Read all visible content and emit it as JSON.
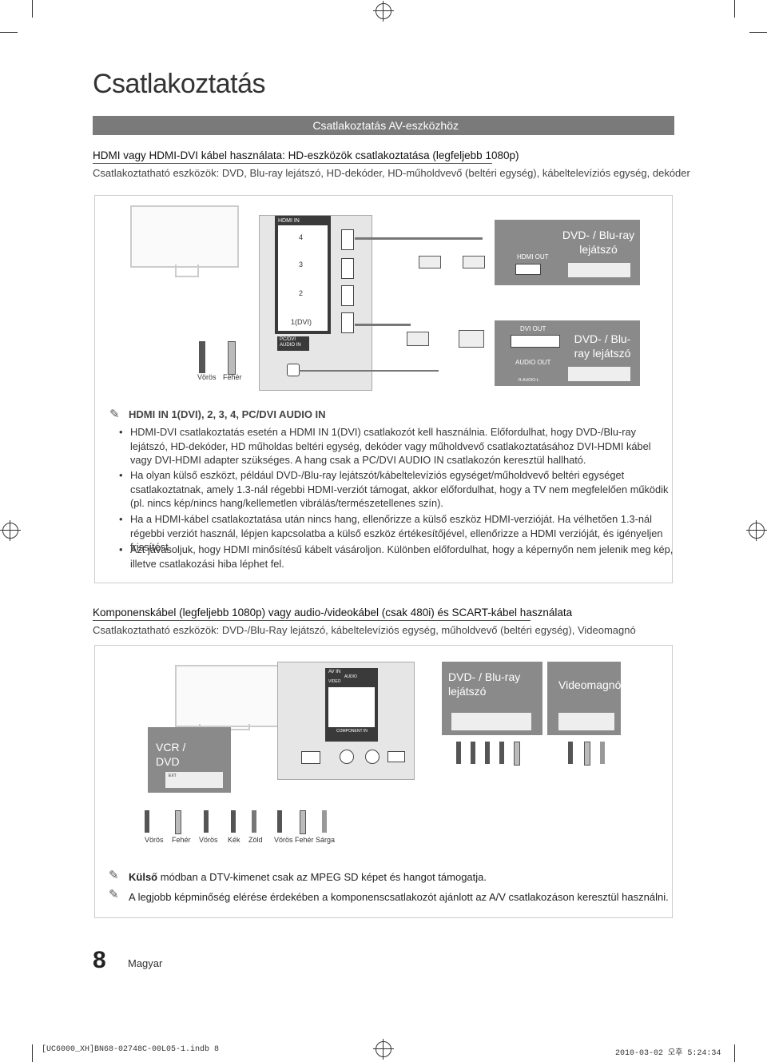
{
  "header": {
    "title": "Csatlakoztatás",
    "section_bar": "Csatlakoztatás AV-eszközhöz"
  },
  "hdmi": {
    "heading": "HDMI vagy HDMI-DVI kábel használata: HD-eszközök csatlakoztatása (legfeljebb 1080p)",
    "devices": "Csatlakoztatható eszközök: DVD, Blu-ray lejátszó, HD-dekóder, HD-műholdvevő (beltéri egység), kábeltelevíziós egység, dekóder",
    "diagram": {
      "hdmi_in": "HDMI IN",
      "port4": "4",
      "port3": "3",
      "port2": "2",
      "port1": "1(DVI)",
      "pc_dvi_audio": "PC/DVI AUDIO IN",
      "red": "Vörös",
      "white": "Fehér",
      "player1": "DVD- / Blu-ray lejátszó",
      "hdmi_out": "HDMI OUT",
      "player2": "DVD- / Blu-ray lejátszó",
      "dvi_out": "DVI OUT",
      "audio_out": "AUDIO OUT",
      "rl": "R-AUDIO-L"
    },
    "note_title": "HDMI IN 1(DVI), 2, 3, 4, PC/DVI AUDIO IN",
    "bullets": [
      "HDMI-DVI csatlakoztatás esetén a HDMI IN 1(DVI) csatlakozót kell használnia. Előfordulhat, hogy DVD-/Blu-ray lejátszó, HD-dekóder, HD műholdas beltéri egység, dekóder vagy műholdvevő csatlakoztatásához DVI-HDMI kábel vagy DVI-HDMI adapter szükséges. A hang csak a PC/DVI AUDIO IN csatlakozón keresztül hallható.",
      "Ha olyan külső eszközt, például DVD-/Blu-ray lejátszót/kábeltelevíziós egységet/műholdvevő beltéri egységet csatlakoztatnak, amely 1.3-nál régebbi HDMI-verziót támogat, akkor előfordulhat, hogy a TV nem megfelelően működik (pl. nincs kép/nincs hang/kellemetlen vibrálás/természetellenes szín).",
      "Ha a HDMI-kábel csatlakoztatása után nincs hang, ellenőrizze a külső eszköz HDMI-verzióját. Ha vélhetően 1.3-nál régebbi verziót használ, lépjen kapcsolatba a külső eszköz értékesítőjével, ellenőrizze a HDMI verzióját, és igényeljen frissítést.",
      "Azt javasoljuk, hogy HDMI minősítésű kábelt vásároljon. Különben előfordulhat, hogy a képernyőn nem jelenik meg kép, illetve csatlakozási hiba léphet fel."
    ]
  },
  "component": {
    "heading": "Komponenskábel (legfeljebb 1080p) vagy audio-/videokábel (csak 480i) és SCART-kábel használata",
    "devices": "Csatlakoztatható eszközök: DVD-/Blu-Ray lejátszó, kábeltelevíziós egység, műholdvevő (beltéri egység), Videomagnó",
    "diagram": {
      "av_in": "AV IN",
      "video": "VIDEO",
      "audio": "AUDIO",
      "component_in": "COMPONENT IN",
      "ext": "EXT",
      "vcr_dvd": "VCR / DVD",
      "player": "DVD- / Blu-ray lejátszó",
      "vcr": "Videomagnó",
      "cables": [
        "Vörös",
        "Fehér",
        "Vörös",
        "Kék",
        "Zöld",
        "Vörös",
        "Fehér",
        "Sárga"
      ]
    },
    "notes": [
      {
        "bold": "Külső",
        "text": " módban a DTV-kimenet csak az MPEG SD képet és hangot támogatja."
      },
      {
        "bold": "",
        "text": "A legjobb képminőség elérése érdekében a komponenscsatlakozót ajánlott az A/V csatlakozáson keresztül használni."
      }
    ]
  },
  "page": {
    "number": "8",
    "language": "Magyar"
  },
  "footer": {
    "file": "[UC6000_XH]BN68-02748C-00L05-1.indb   8",
    "date": "2010-03-02   오후 5:24:34"
  }
}
